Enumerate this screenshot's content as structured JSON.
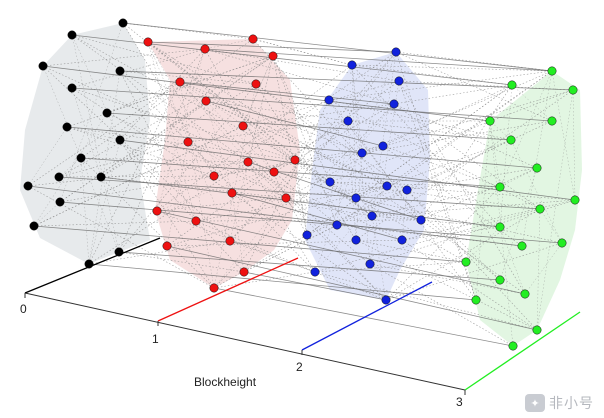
{
  "diagram": {
    "axis_title": "Blockheight",
    "ticks": [
      "0",
      "1",
      "2",
      "3"
    ],
    "colors": {
      "group_0": "#000000",
      "group_1": "#ee1111",
      "group_2": "#1122dd",
      "group_3": "#22ee22",
      "link_line": "#666666",
      "dotted_link": "#888888",
      "base_axis": "#333333"
    },
    "groups": [
      {
        "tick": "0",
        "color_key": "group_0",
        "fill": "#dfe3e6"
      },
      {
        "tick": "1",
        "color_key": "group_1",
        "fill": "#f3d6d6"
      },
      {
        "tick": "2",
        "color_key": "group_2",
        "fill": "#d6dcf5"
      },
      {
        "tick": "3",
        "color_key": "group_3",
        "fill": "#d8f3d8"
      }
    ]
  },
  "watermark": {
    "logo_mark": "✦",
    "text": "非小号"
  }
}
